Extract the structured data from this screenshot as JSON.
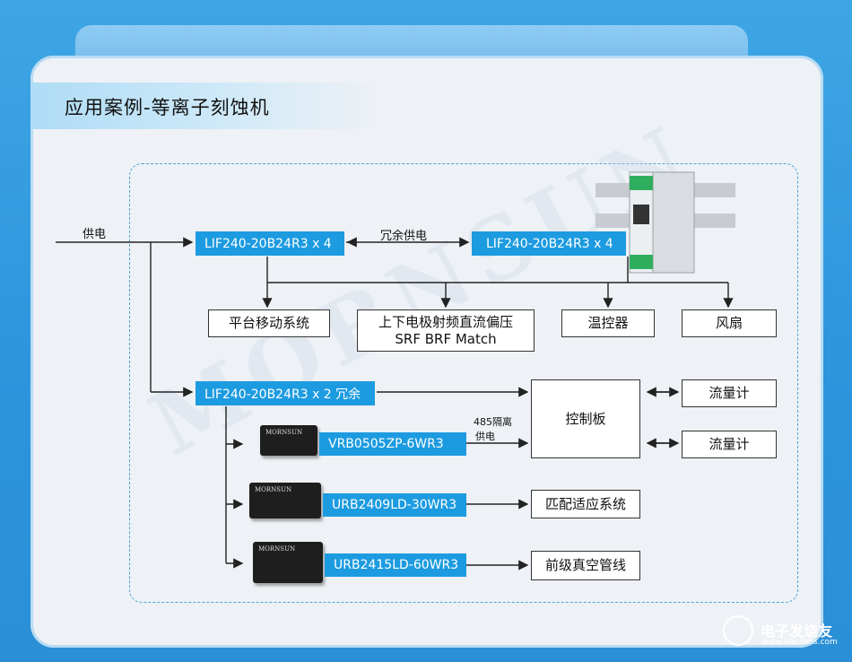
{
  "title": "应用案例-等离子刻蚀机",
  "watermark": "MORNSUN",
  "labels": {
    "supply": "供电",
    "redundant_supply": "冗余供电",
    "isolated_485": "485隔离",
    "isolated_supply": "供电"
  },
  "blue_boxes": {
    "lif_a": "LIF240-20B24R3 x 4",
    "lif_b": "LIF240-20B24R3 x 4",
    "lif_c": "LIF240-20B24R3 x 2 冗余",
    "vrb": "VRB0505ZP-6WR3",
    "urb1": "URB2409LD-30WR3",
    "urb2": "URB2415LD-60WR3"
  },
  "white_boxes": {
    "platform": "平台移动系统",
    "electrode_line1": "上下电极射频直流偏压",
    "electrode_line2": "SRF BRF Match",
    "temp": "温控器",
    "fan": "风扇",
    "control": "控制板",
    "flow1": "流量计",
    "flow2": "流量计",
    "matching": "匹配适应系统",
    "vacuum": "前级真空管线"
  },
  "module_brand": "MORNSUN",
  "footer": {
    "logo_text": "电子发烧友",
    "logo_url": "www.elecfans.com"
  },
  "colors": {
    "accent_blue": "#1d9be0",
    "frame_dash": "#4aa3d8",
    "background": "#2c95dc"
  }
}
